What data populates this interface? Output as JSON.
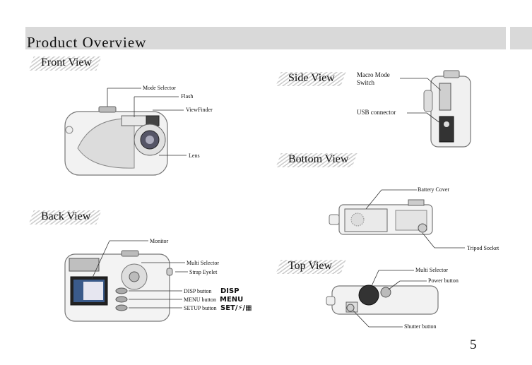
{
  "page": {
    "title": "Product Overview",
    "number": "5"
  },
  "views": {
    "front": "Front View",
    "back": "Back View",
    "side": "Side View",
    "bottom": "Bottom View",
    "top": "Top View"
  },
  "callouts": {
    "front": [
      "Mode Selector",
      "Flash",
      "ViewFinder",
      "Lens"
    ],
    "back": [
      "Monitor",
      "Multi Selector",
      "Strap Eyelet",
      "DISP button",
      "MENU button",
      "SETUP button"
    ],
    "side": [
      "Macro Mode",
      "Switch",
      "USB connector"
    ],
    "bottom": [
      "Battery Cover",
      "Tripod Socket"
    ],
    "top": [
      "Multi Selector",
      "Power button",
      "Shutter button"
    ]
  },
  "button_glyphs": {
    "disp": "DISP",
    "menu": "MENU",
    "setup": "SET/⚡/▦"
  }
}
